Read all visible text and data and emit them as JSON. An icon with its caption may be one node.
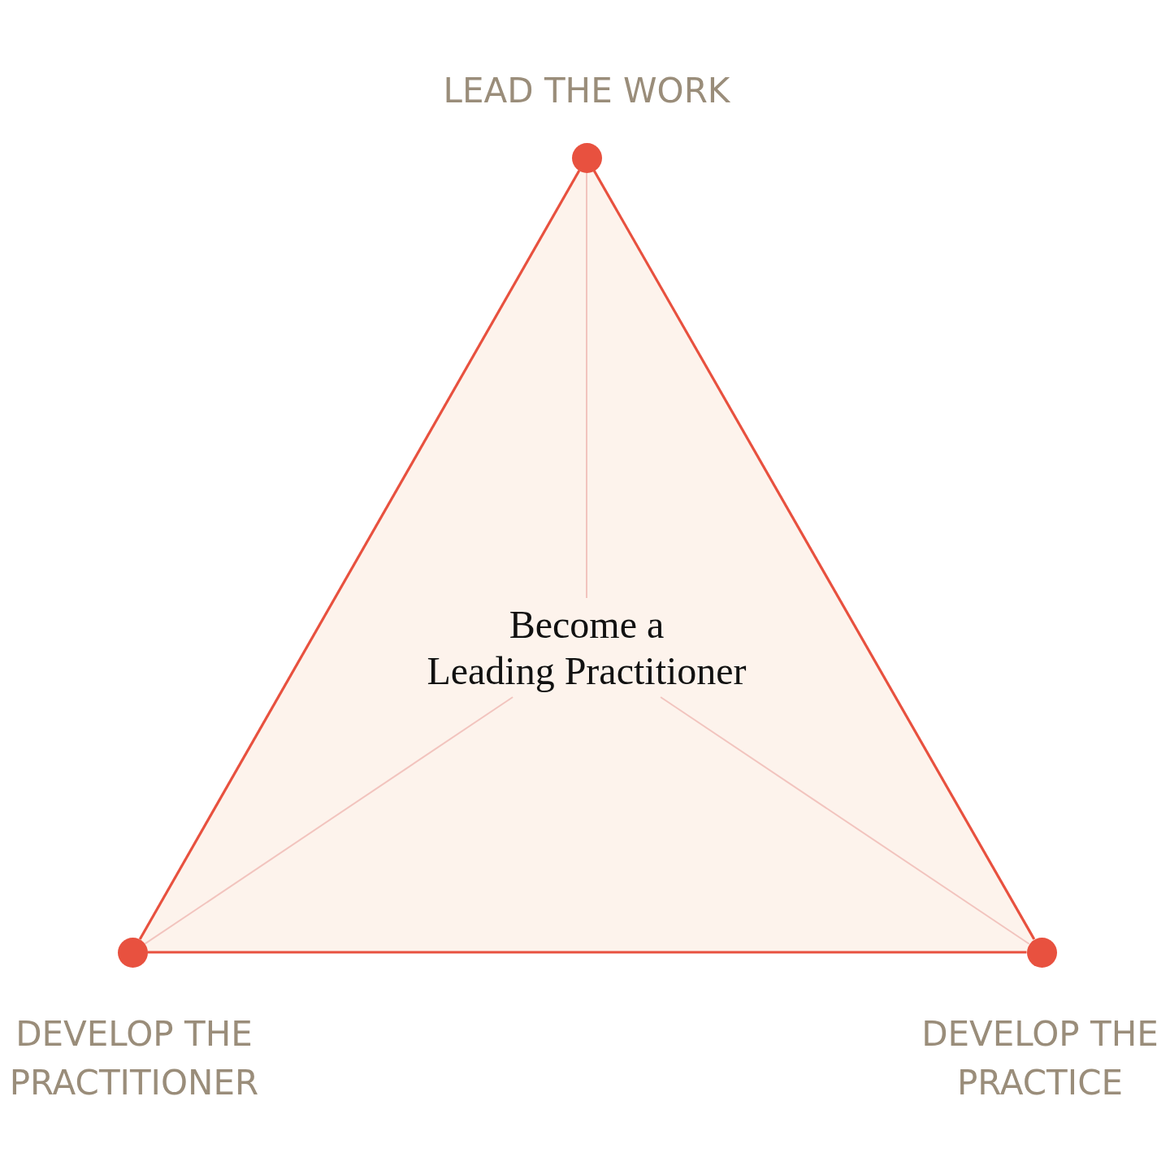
{
  "diagram": {
    "nodes": [
      {
        "text": [],
        "shape": "circle",
        "beside": [
          "LEAD THE WORK"
        ]
      },
      {
        "text": [
          "Become a Leading Practitioner"
        ]
      },
      {
        "text": [],
        "shape": "circle",
        "beside": [
          "DEVELOP THE PRACTITIONER"
        ]
      },
      {
        "text": [],
        "shape": "circle",
        "beside": [
          "DEVELOP THE PRACTICE"
        ]
      }
    ],
    "edges": [
      {
        "from": 0,
        "to": 2,
        "arrow": "none"
      },
      {
        "from": 2,
        "to": 3,
        "arrow": "none"
      },
      {
        "from": 3,
        "to": 0,
        "arrow": "none"
      },
      {
        "from": 1,
        "to": 0,
        "arrow": "none",
        "color": "#f2c4be"
      },
      {
        "from": 1,
        "to": 2,
        "arrow": "none",
        "color": "#f2c4be"
      },
      {
        "from": 1,
        "to": 3,
        "arrow": "none",
        "color": "#f2c4be"
      }
    ]
  }
}
